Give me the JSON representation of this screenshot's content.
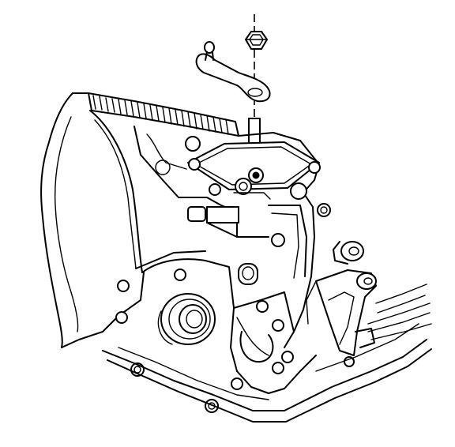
{
  "diagram": {
    "parts": [
      {
        "id": "nut",
        "icon": "hex-nut-icon"
      },
      {
        "id": "selector-lever",
        "icon": "lever-icon"
      },
      {
        "id": "shift-shaft",
        "icon": "shaft-icon"
      },
      {
        "id": "cover-plate",
        "icon": "plate-icon"
      },
      {
        "id": "transaxle-case",
        "icon": "housing-icon"
      },
      {
        "id": "output-seal",
        "icon": "seal-icon"
      },
      {
        "id": "mount-bracket",
        "icon": "bracket-icon"
      },
      {
        "id": "oil-pan",
        "icon": "pan-icon"
      },
      {
        "id": "gasket-strip",
        "icon": "gasket-icon"
      }
    ],
    "colors": {
      "line": "#000000",
      "background": "#ffffff"
    }
  }
}
